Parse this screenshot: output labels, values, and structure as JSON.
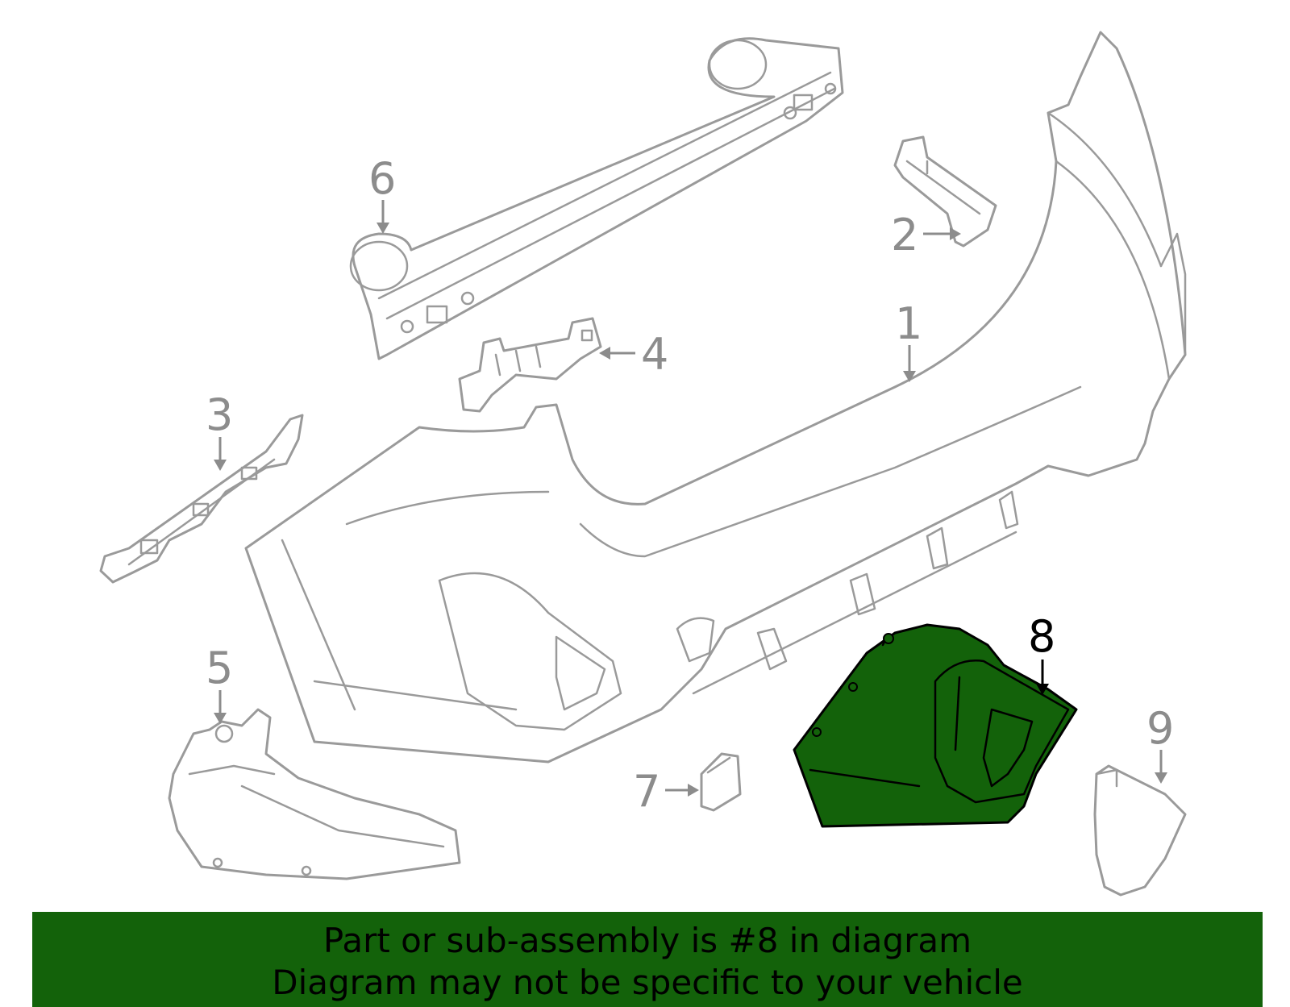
{
  "callouts": [
    {
      "id": "1",
      "label": "1",
      "highlighted": false
    },
    {
      "id": "2",
      "label": "2",
      "highlighted": false
    },
    {
      "id": "3",
      "label": "3",
      "highlighted": false
    },
    {
      "id": "4",
      "label": "4",
      "highlighted": false
    },
    {
      "id": "5",
      "label": "5",
      "highlighted": false
    },
    {
      "id": "6",
      "label": "6",
      "highlighted": false
    },
    {
      "id": "7",
      "label": "7",
      "highlighted": false
    },
    {
      "id": "8",
      "label": "8",
      "highlighted": true
    },
    {
      "id": "9",
      "label": "9",
      "highlighted": false
    }
  ],
  "colors": {
    "highlight_fill": "#13620a",
    "outline_gray": "#9a9a9a",
    "banner_bg": "#13620a",
    "banner_text": "#000000"
  },
  "banner": {
    "line1": "Part or sub-assembly is #8 in diagram",
    "line2": "Diagram may not be specific to your vehicle"
  }
}
